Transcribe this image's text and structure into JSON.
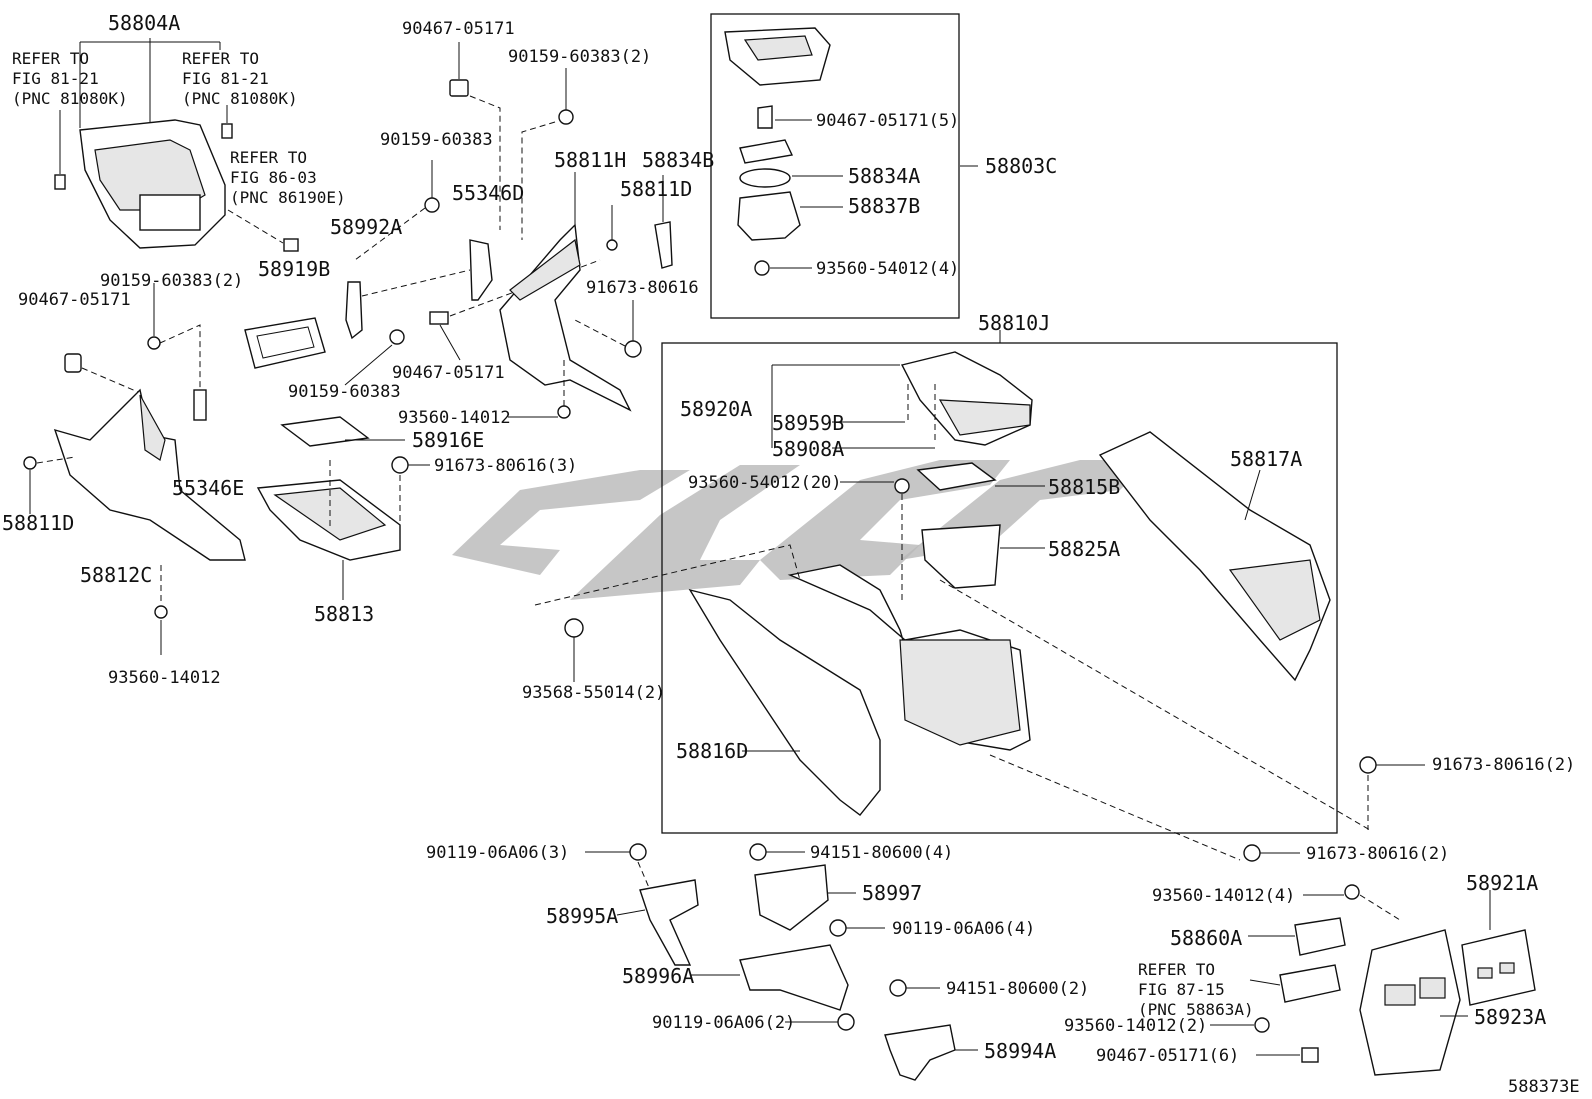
{
  "diagram_id": "588373E",
  "colors": {
    "ink": "#111111",
    "watermark": "#b8b8b8",
    "background": "#ffffff"
  },
  "labels": {
    "p58804A": "58804A",
    "ref1": [
      "REFER TO",
      "FIG 81-21",
      "(PNC 81080K)"
    ],
    "ref2": [
      "REFER TO",
      "FIG 81-21",
      "(PNC 81080K)"
    ],
    "ref3": [
      "REFER TO",
      "FIG 86-03",
      "(PNC 86190E)"
    ],
    "ref4": [
      "REFER TO",
      "FIG 87-15",
      "(PNC 58863A)"
    ],
    "p58919B": "58919B",
    "p90159_60383_2a": "90159-60383(2)",
    "p90467_05171_a": "90467-05171",
    "p55346E": "55346E",
    "p58811D_a": "58811D",
    "p58812C": "58812C",
    "p93560_14012_a": "93560-14012",
    "p90467_05171_top": "90467-05171",
    "p90159_60383_2b": "90159-60383(2)",
    "p90159_60383_a": "90159-60383",
    "p55346D": "55346D",
    "p58992A": "58992A",
    "p90159_60383_b": "90159-60383",
    "p90467_05171_b": "90467-05171",
    "p58811H": "58811H",
    "p58834B": "58834B",
    "p58811D_b": "58811D",
    "p91673_80616_a": "91673-80616",
    "p93560_14012_b": "93560-14012",
    "p58916E": "58916E",
    "p91673_80616_3": "91673-80616(3)",
    "p58813": "58813",
    "p90467_05171_5": "90467-05171(5)",
    "p58834A": "58834A",
    "p58837B": "58837B",
    "p93560_54012_4": "93560-54012(4)",
    "p58803C": "58803C",
    "p58810J": "58810J",
    "p58920A": "58920A",
    "p58959B": "58959B",
    "p58908A": "58908A",
    "p93560_54012_20": "93560-54012(20)",
    "p58815B": "58815B",
    "p58825A": "58825A",
    "p58817A": "58817A",
    "p93568_55014_2": "93568-55014(2)",
    "p58816D": "58816D",
    "p91673_80616_2a": "91673-80616(2)",
    "p91673_80616_2b": "91673-80616(2)",
    "p90119_06A06_3": "90119-06A06(3)",
    "p94151_80600_4": "94151-80600(4)",
    "p58997": "58997",
    "p58995A": "58995A",
    "p90119_06A06_4": "90119-06A06(4)",
    "p58996A": "58996A",
    "p94151_80600_2": "94151-80600(2)",
    "p90119_06A06_2": "90119-06A06(2)",
    "p58994A": "58994A",
    "p93560_14012_4": "93560-14012(4)",
    "p58921A": "58921A",
    "p58860A": "58860A",
    "p93560_14012_2": "93560-14012(2)",
    "p58923A": "58923A",
    "p90467_05171_6": "90467-05171(6)"
  }
}
